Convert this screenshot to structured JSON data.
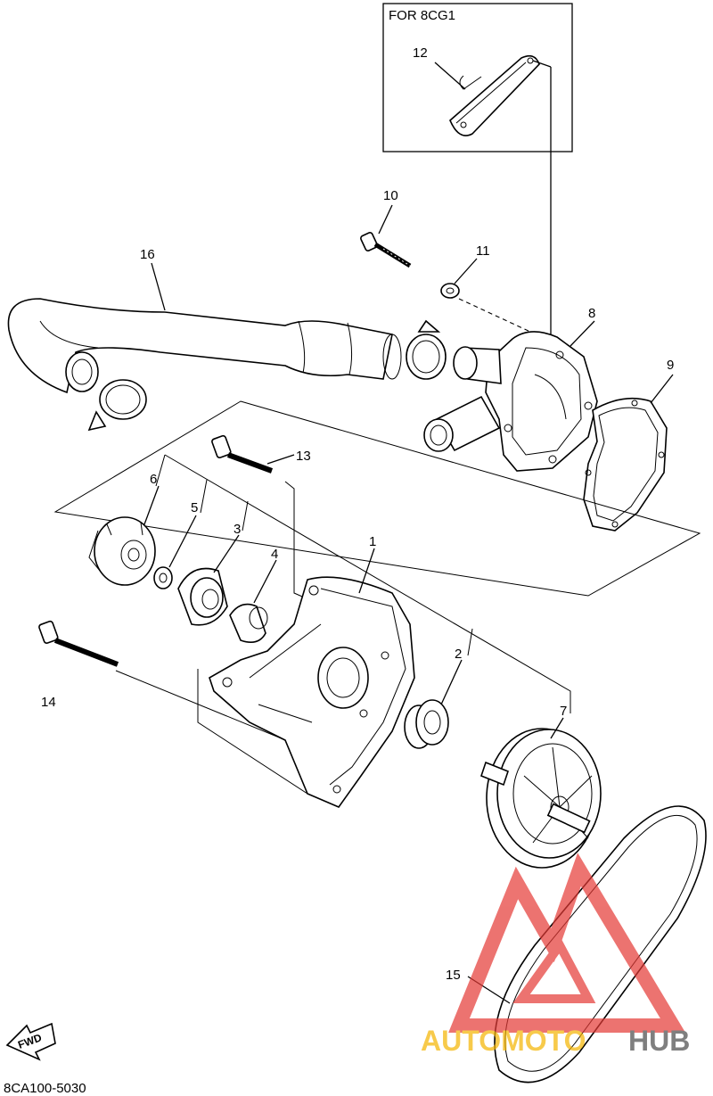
{
  "inset": {
    "title": "FOR 8CG1"
  },
  "callouts": {
    "p1": "1",
    "p2": "2",
    "p3": "3",
    "p4": "4",
    "p5": "5",
    "p6": "6",
    "p7": "7",
    "p8": "8",
    "p9": "9",
    "p10": "10",
    "p11": "11",
    "p12": "12",
    "p13": "13",
    "p14": "14",
    "p15": "15",
    "p16": "16"
  },
  "fwd_label": "FWD",
  "catalog_code": "8CA100-5030",
  "watermark": {
    "brand_a": "AUTOMOTO",
    "brand_b": "HUB",
    "color_a": "#f5b400",
    "color_b": "#4a4a4a",
    "triangle_color": "#e53935"
  }
}
